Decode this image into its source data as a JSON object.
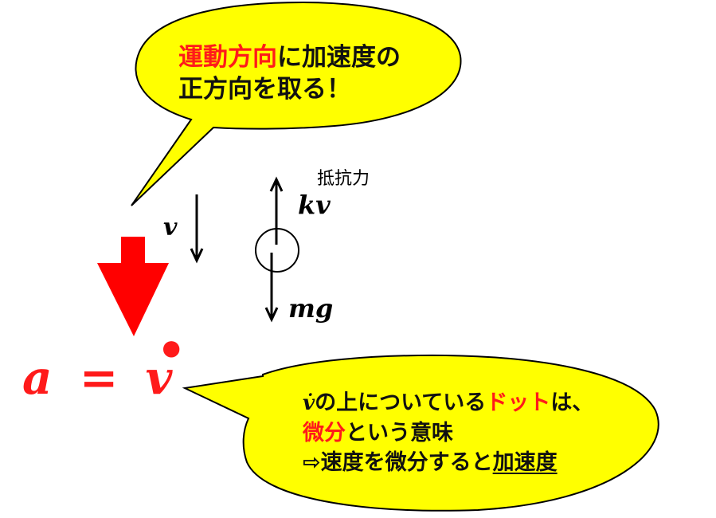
{
  "colors": {
    "bubble_fill": "#ffff00",
    "bubble_stroke": "#000000",
    "accent_red": "#ff0000",
    "text": "#111111"
  },
  "top_bubble": {
    "line1": [
      {
        "text": "運動方向",
        "color": "red"
      },
      {
        "text": "に加速度の",
        "color": "black"
      }
    ],
    "line2": "正方向を取る！"
  },
  "labels": {
    "velocity": "v",
    "resistance_title": "抵抗力",
    "resistance_force": "kv",
    "gravity_force": "mg"
  },
  "equation": {
    "lhs": "a",
    "eq": "=",
    "rhs": "v",
    "rhs_dot": "˙"
  },
  "bottom_bubble": {
    "line1": [
      {
        "text": "v̇",
        "color": "black",
        "math": true
      },
      {
        "text": "の上についている",
        "color": "black"
      },
      {
        "text": "ドット",
        "color": "red"
      },
      {
        "text": "は、",
        "color": "black"
      }
    ],
    "line2": [
      {
        "text": "微分",
        "color": "red"
      },
      {
        "text": "という意味",
        "color": "black"
      }
    ],
    "line3": [
      {
        "text": "⇨速度を微分すると",
        "color": "black"
      },
      {
        "text": "加速度",
        "color": "black",
        "underline": true
      }
    ]
  }
}
